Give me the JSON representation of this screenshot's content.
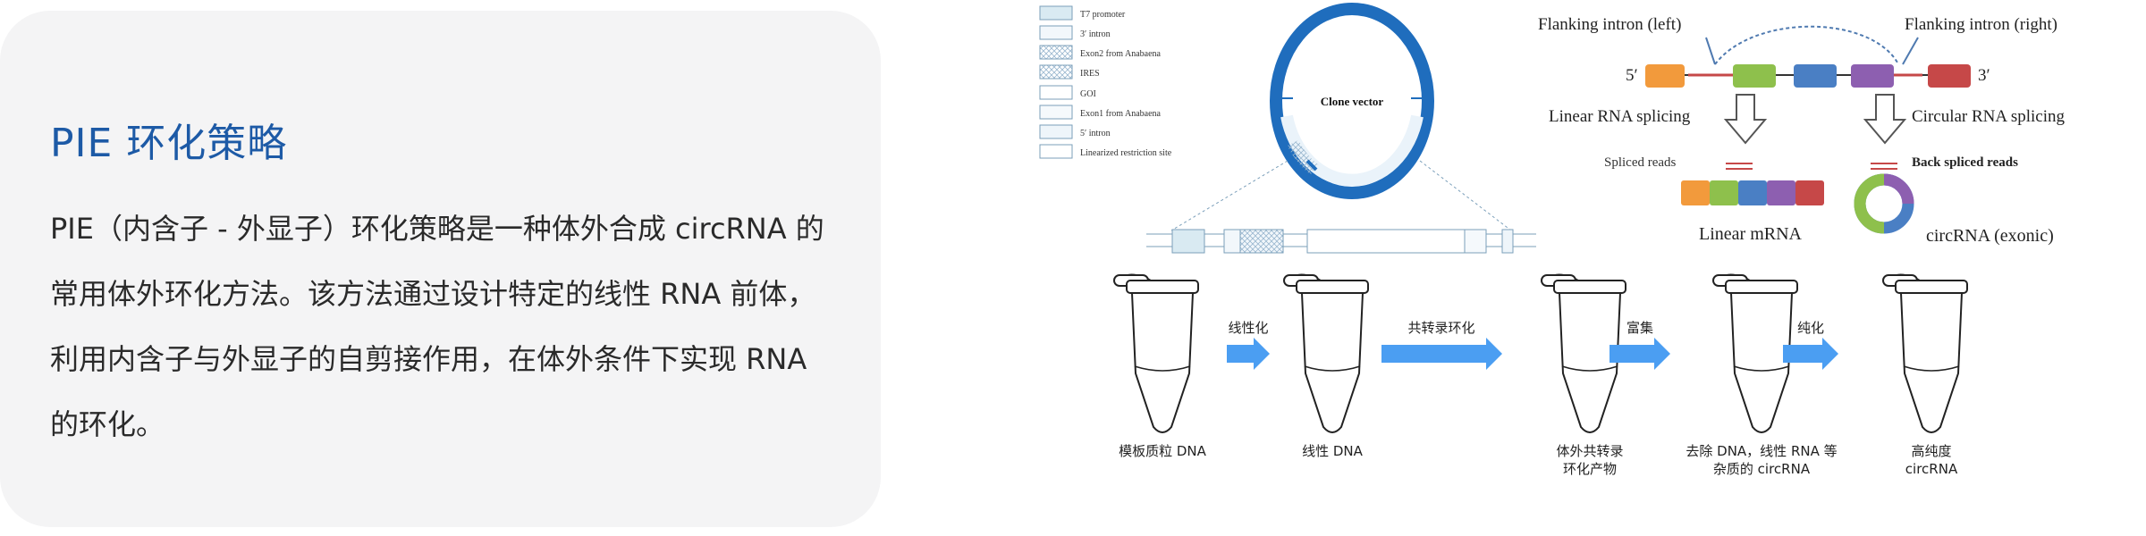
{
  "card": {
    "title": "PIE 环化策略",
    "body": "PIE（内含子 - 外显子）环化策略是一种体外合成 circRNA 的常用体外环化方法。该方法通过设计特定的线性 RNA 前体，利用内含子与外显子的自剪接作用，在体外条件下实现 RNA 的环化。"
  },
  "vector": {
    "legend": [
      "T7 promoter",
      "3′ intron",
      "Exon2 from Anabaena",
      "IRES",
      "GOI",
      "Exon1 from Anabaena",
      "5′ intron",
      "Linearized restriction site"
    ],
    "center_label": "Clone vector"
  },
  "splicing": {
    "left_intron": "Flanking intron (left)",
    "right_intron": "Flanking intron (right)",
    "five_prime": "5′",
    "three_prime": "3′",
    "linear_splicing": "Linear RNA splicing",
    "circular_splicing": "Circular RNA  splicing",
    "spliced_reads": "Spliced reads",
    "back_spliced_reads": "Back spliced reads",
    "linear_mrna": "Linear mRNA",
    "circ_rna": "circRNA (exonic)",
    "colors": {
      "orange": "#f29a3c",
      "green": "#8ec04c",
      "blue": "#4a7fc4",
      "purple": "#8d5fb0",
      "red": "#c64848"
    }
  },
  "workflow": {
    "tubes": [
      {
        "label_line1": "模板质粒 DNA",
        "label_line2": ""
      },
      {
        "label_line1": "线性 DNA",
        "label_line2": ""
      },
      {
        "label_line1": "体外共转录",
        "label_line2": "环化产物"
      },
      {
        "label_line1": "去除 DNA，线性 RNA 等",
        "label_line2": "杂质的 circRNA"
      },
      {
        "label_line1": "高纯度",
        "label_line2": "circRNA"
      }
    ],
    "steps": [
      "线性化",
      "共转录环化",
      "富集",
      "纯化"
    ],
    "arrow_color": "#4b9ef2"
  }
}
